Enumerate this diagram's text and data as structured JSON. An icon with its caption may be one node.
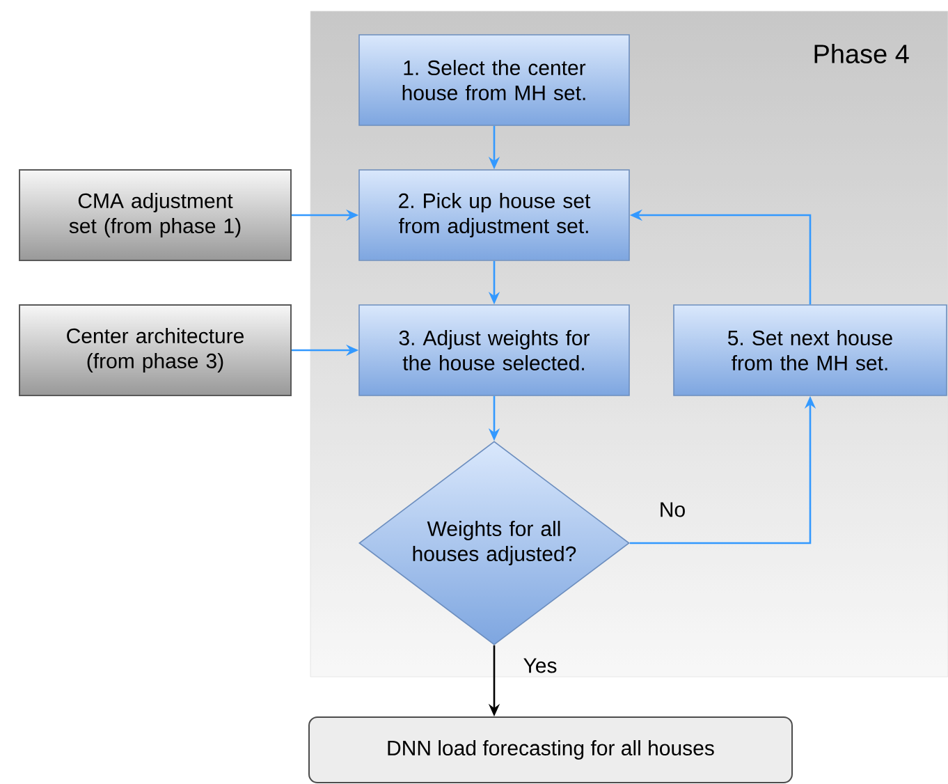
{
  "diagram": {
    "nodes": [
      {
        "text": [
          "Phase 4"
        ]
      },
      {
        "text": [
          "1. Select the center house from MH set."
        ],
        "in": 0
      },
      {
        "text": [
          "CMA adjustment set (from phase 1)"
        ]
      },
      {
        "text": [
          "2. Pick up house set from adjustment set."
        ],
        "in": 0
      },
      {
        "text": [
          "Center architecture (from phase 3)"
        ]
      },
      {
        "text": [
          "3. Adjust weights for the house selected."
        ],
        "in": 0
      },
      {
        "text": [
          "5. Set next house from the MH set."
        ],
        "in": 0
      },
      {
        "text": [
          "Weights for all houses adjusted?"
        ],
        "in": 0
      },
      {
        "text": [
          "DNN load forecasting for all houses"
        ]
      }
    ],
    "edges": [
      {
        "from": 1,
        "to": 3,
        "arrow": "to"
      },
      {
        "from": 2,
        "to": 3,
        "arrow": "to"
      },
      {
        "from": 3,
        "to": 5,
        "arrow": "to"
      },
      {
        "from": 4,
        "to": 5,
        "arrow": "to"
      },
      {
        "from": 5,
        "to": 7,
        "arrow": "to"
      },
      {
        "from": 7,
        "to": 6,
        "label": "No",
        "arrow": "to"
      },
      {
        "from": 6,
        "to": 3,
        "arrow": "to"
      },
      {
        "from": 7,
        "to": 8,
        "label": "Yes",
        "arrow": "to",
        "color": "#000000"
      }
    ]
  }
}
